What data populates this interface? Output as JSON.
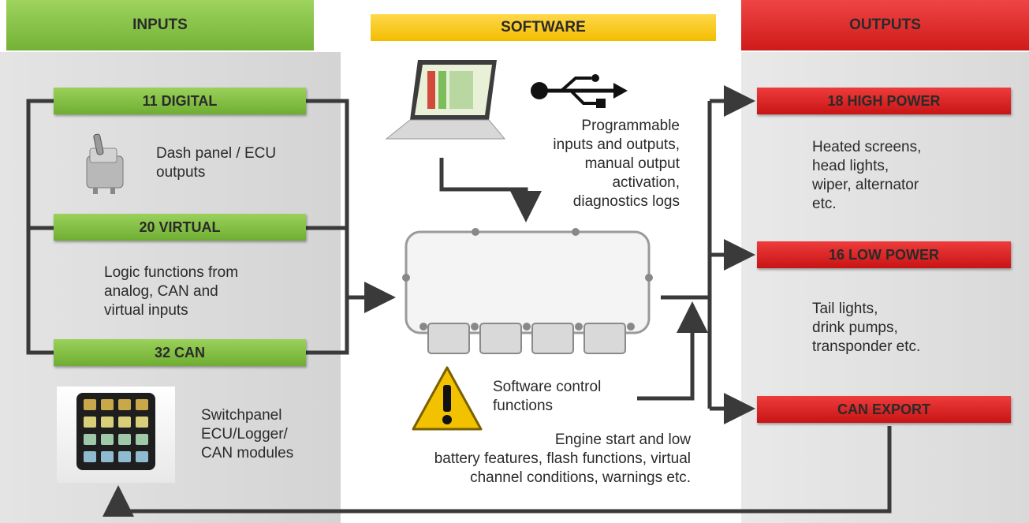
{
  "headers": {
    "inputs": "INPUTS",
    "software": "SOFTWARE",
    "outputs": "OUTPUTS"
  },
  "inputs": [
    {
      "label": "11 DIGITAL",
      "description": "Dash panel / ECU\noutputs",
      "icon": "toggle-switch-icon"
    },
    {
      "label": "20 VIRTUAL",
      "description": "Logic functions from\nanalog, CAN and\nvirtual inputs"
    },
    {
      "label": "32 CAN",
      "description": "Switchpanel\nECU/Logger/\nCAN modules",
      "icon": "keypad-icon"
    }
  ],
  "software": {
    "programmable_text": "Programmable\ninputs and outputs,\nmanual output\nactivation,\ndiagnostics logs",
    "control_text": "Software control\nfunctions",
    "features_text": "Engine start and low\nbattery features, flash functions, virtual\nchannel conditions, warnings etc.",
    "icons": [
      "laptop-icon",
      "usb-icon",
      "module-icon",
      "warning-icon"
    ]
  },
  "outputs": [
    {
      "label": "18 HIGH POWER",
      "description": "Heated screens,\nhead lights,\nwiper, alternator\netc."
    },
    {
      "label": "16 LOW POWER",
      "description": "Tail lights,\ndrink pumps,\ntransponder etc."
    },
    {
      "label": "CAN EXPORT"
    }
  ],
  "colors": {
    "green": "#7cbd3e",
    "yellow": "#f4c400",
    "red": "#d9201f",
    "line": "#3a3a3a",
    "panel": "#e6e6e6"
  }
}
